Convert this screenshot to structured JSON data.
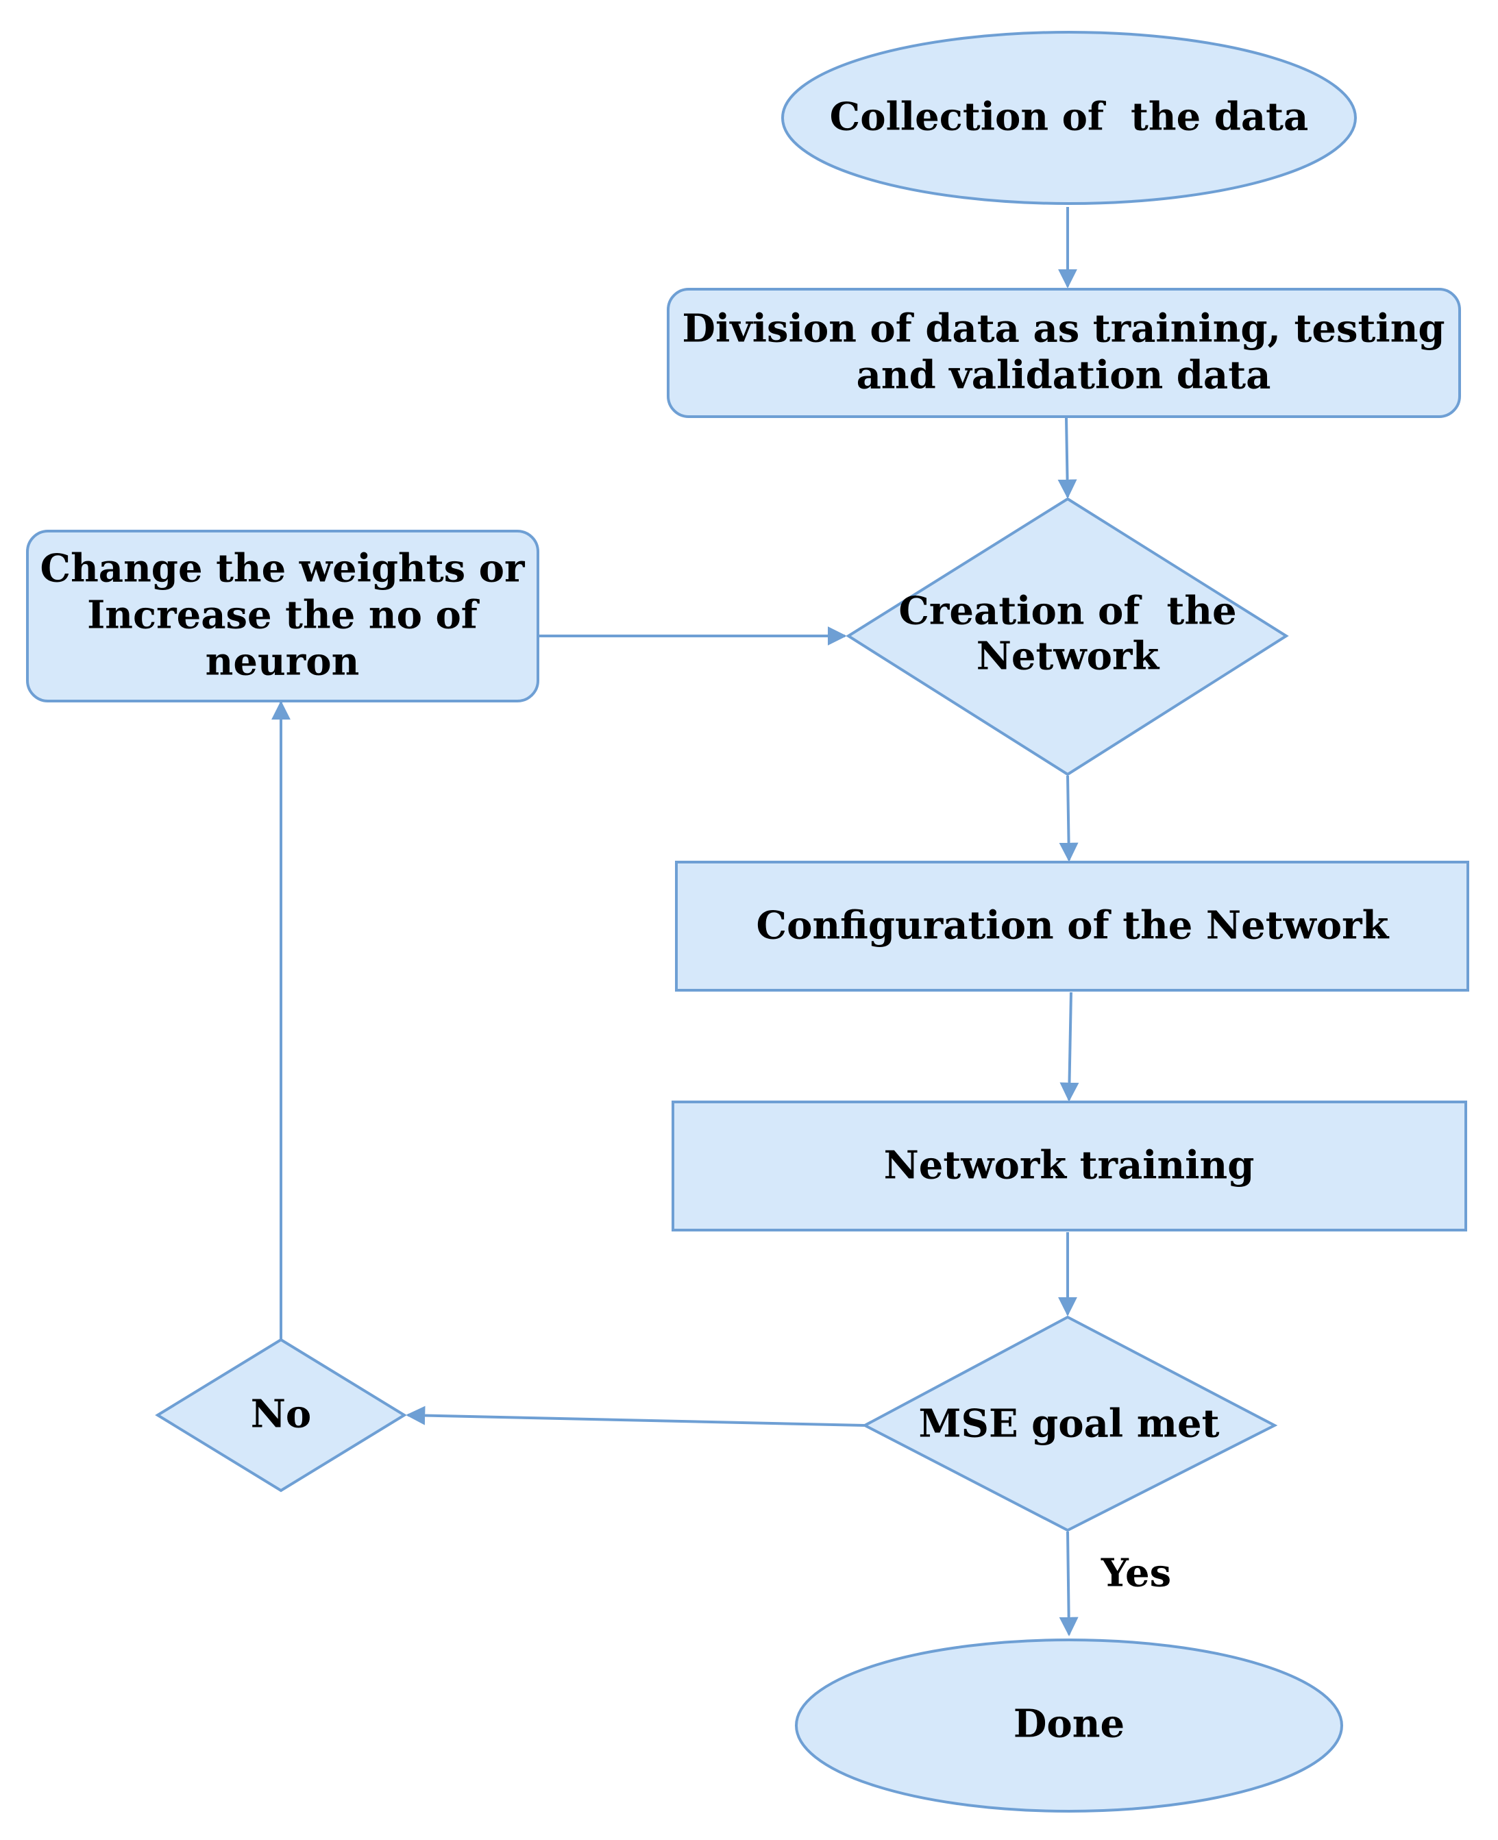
{
  "nodes": {
    "collection": "Collection of  the data",
    "division_line1": "Division of data as training, testing",
    "division_line2": "and validation data",
    "creation_line1": "Creation of  the",
    "creation_line2": "Network",
    "configuration": "Configuration of the Network",
    "training": "Network training",
    "mse": "MSE goal met",
    "no": "No",
    "change_line1": "Change the weights or",
    "change_line2": "Increase the no of",
    "change_line3": "neuron",
    "done": "Done"
  },
  "edges": {
    "yes_label": "Yes"
  },
  "colors": {
    "node_fill": "#d6e8fa",
    "stroke": "#6e9fd4",
    "text": "#000000"
  }
}
